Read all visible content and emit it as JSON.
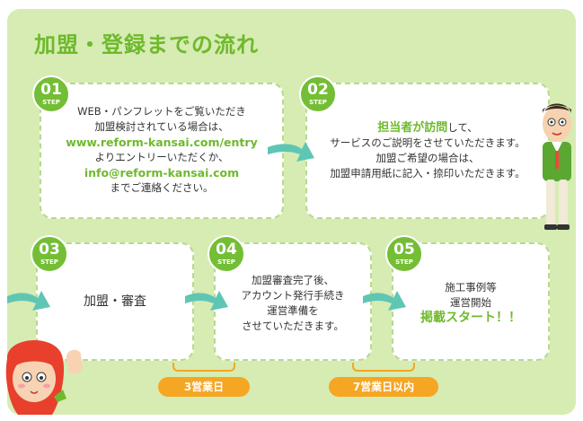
{
  "title": "加盟・登録までの流れ",
  "step_label": "STEP",
  "steps": [
    {
      "num": "01",
      "lines": [
        "WEB・パンフレットをご覧いただき",
        "加盟検討されている場合は、"
      ],
      "url": "www.reform-kansai.com/entry",
      "mid": "よりエントリーいただくか、",
      "email": "info@reform-kansai.com",
      "end": "までご連絡ください。"
    },
    {
      "num": "02",
      "highlight": "担当者が訪問",
      "highlight_suffix": "して、",
      "lines": [
        "サービスのご説明をさせていただきます。",
        "加盟ご希望の場合は、",
        "加盟申請用紙に記入・捺印いただきます。"
      ]
    },
    {
      "num": "03",
      "text": "加盟・審査"
    },
    {
      "num": "04",
      "lines": [
        "加盟審査完了後、",
        "アカウント発行手続き",
        "運営準備を",
        "させていただきます。"
      ]
    },
    {
      "num": "05",
      "lines": [
        "施工事例等",
        "運営開始"
      ],
      "highlight": "掲載スタート！！"
    }
  ],
  "durations": [
    "3営業日",
    "7営業日以内"
  ],
  "colors": {
    "green": "#74be35",
    "panel": "#d6ecb3",
    "orange": "#f5a623",
    "teal": "#5fc6b4"
  }
}
